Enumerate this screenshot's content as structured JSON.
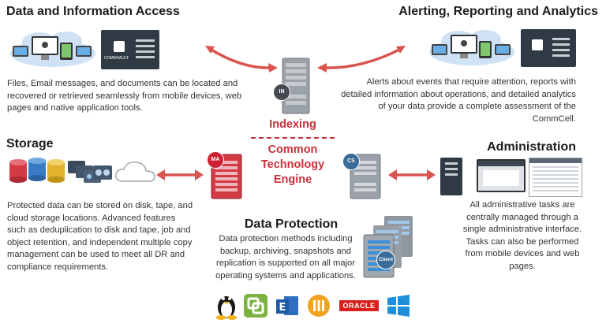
{
  "sections": {
    "data_access": {
      "heading": "Data and Information Access",
      "text": "Files, Email messages, and documents can be located and recovered or retrieved seamlessly from mobile devices, web pages and native application tools."
    },
    "alerting": {
      "heading": "Alerting, Reporting and Analytics",
      "text": "Alerts about events that require attention, reports with detailed information about operations, and detailed analytics of your data provide a complete assessment of the CommCell."
    },
    "storage": {
      "heading": "Storage",
      "text": "Protected data can be stored on disk, tape, and cloud storage locations. Advanced features such as deduplication to disk and tape, job and object retention, and independent multiple copy management can be used to meet all DR and compliance requirements."
    },
    "administration": {
      "heading": "Administration",
      "text": "All administrative tasks are centrally managed through a single administrative interface. Tasks can also be performed from mobile devices and web pages."
    },
    "data_protection": {
      "heading": "Data Protection",
      "text": "Data protection methods including backup, archiving, snapshots and replication is supported on all major operating systems and applications."
    }
  },
  "engine": {
    "indexing": "Indexing",
    "line1": "Common",
    "line2": "Technology",
    "line3": "Engine"
  },
  "badges": {
    "in": "IN",
    "ma": "MA",
    "cs": "CS",
    "client": "Client"
  },
  "device_labels": {
    "commvault": "COMMVAULT"
  },
  "logos": {
    "oracle": "ORACLE"
  },
  "colors": {
    "accent_red": "#c9303a",
    "arrow_red": "#d9534f",
    "badge_red": "#cc2233",
    "badge_blue": "#3a6c99",
    "server_grey": "#8e959c",
    "cloud_blue": "#3b8fd8"
  },
  "icons": [
    "linux-tux-icon",
    "vmware-icon",
    "exchange-icon",
    "lotus-notes-icon",
    "oracle-icon",
    "windows-icon"
  ]
}
